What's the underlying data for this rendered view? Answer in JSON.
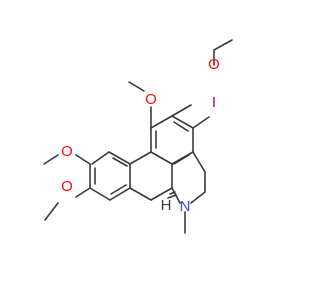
{
  "molecule": {
    "atoms": [
      {
        "id": "O1",
        "element": "O",
        "label": "O"
      },
      {
        "id": "O2",
        "element": "O",
        "label": "O"
      },
      {
        "id": "O3",
        "element": "O",
        "label": "O"
      },
      {
        "id": "O4",
        "element": "O",
        "label": "O"
      },
      {
        "id": "I1",
        "element": "I",
        "label": "I"
      },
      {
        "id": "N1",
        "element": "N",
        "label": "N"
      },
      {
        "id": "H1",
        "element": "H",
        "label": "H"
      }
    ],
    "colors": {
      "bond": "#3a3a3a",
      "oxygen": "#ff0d0d",
      "nitrogen": "#3050f8",
      "iodine": "#940094",
      "hydrogen": "#3a3a3a"
    }
  }
}
